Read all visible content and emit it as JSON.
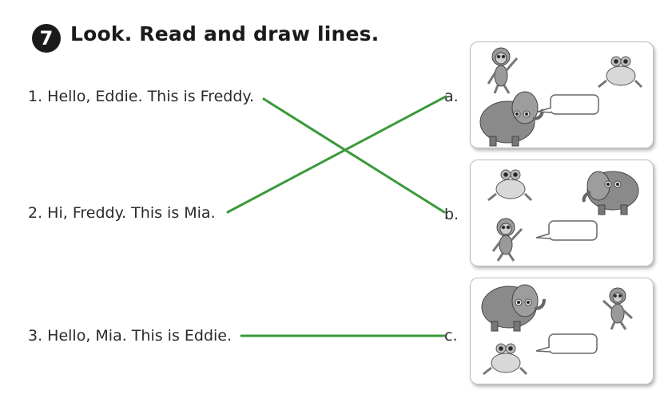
{
  "exercise": {
    "number": "7",
    "instruction": "Look. Read and draw lines."
  },
  "sentences": [
    "1. Hello, Eddie. This is Freddy.",
    "2. Hi, Freddy. This is Mia.",
    "3. Hello, Mia. This is Eddie."
  ],
  "options": [
    "a.",
    "b.",
    "c."
  ],
  "matches": [
    {
      "sentence": "1",
      "option": "b"
    },
    {
      "sentence": "2",
      "option": "a"
    },
    {
      "sentence": "3",
      "option": "c"
    }
  ],
  "colors": {
    "line": "#3a9a3a",
    "badge": "#1a1a1a"
  }
}
